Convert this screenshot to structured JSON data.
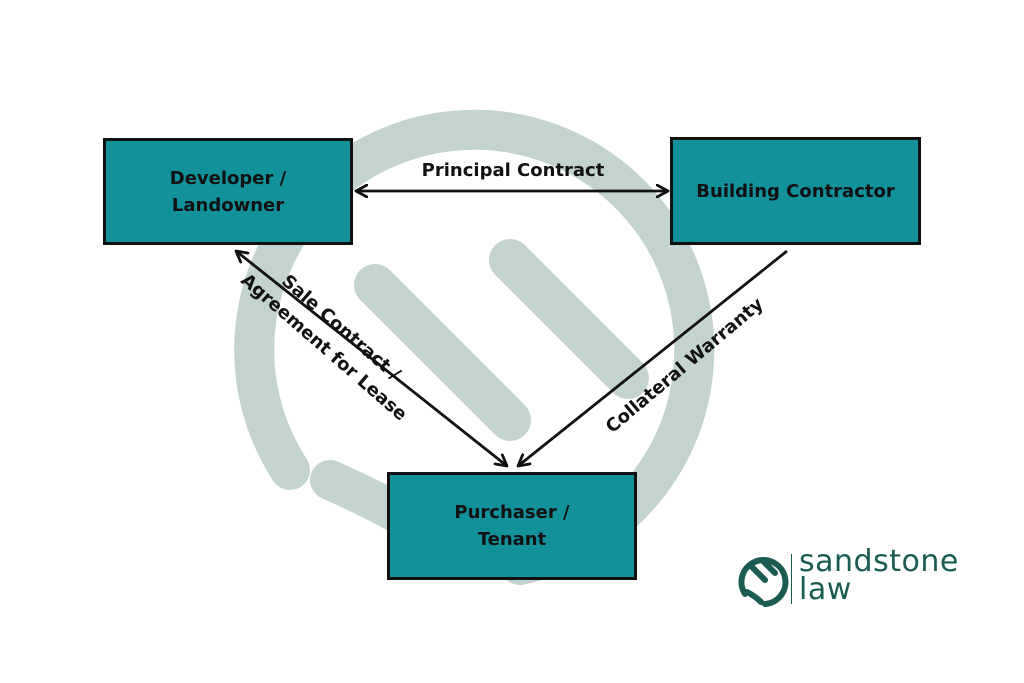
{
  "boxes": {
    "developer": [
      "Developer /",
      "Landowner"
    ],
    "contractor": [
      "Building Contractor"
    ],
    "purchaser": [
      "Purchaser /",
      "Tenant"
    ]
  },
  "relationships": {
    "principal": "Principal Contract",
    "sale": [
      "Sale Contract /",
      "Agreement for Lease"
    ],
    "collateral": "Collateral Warranty"
  },
  "logo": {
    "brand": "sandstone",
    "suffix": "law"
  },
  "colors": {
    "box_fill": "#12919b",
    "watermark": "#c3d3cf",
    "logo": "#1a5c52",
    "line": "#111111"
  }
}
